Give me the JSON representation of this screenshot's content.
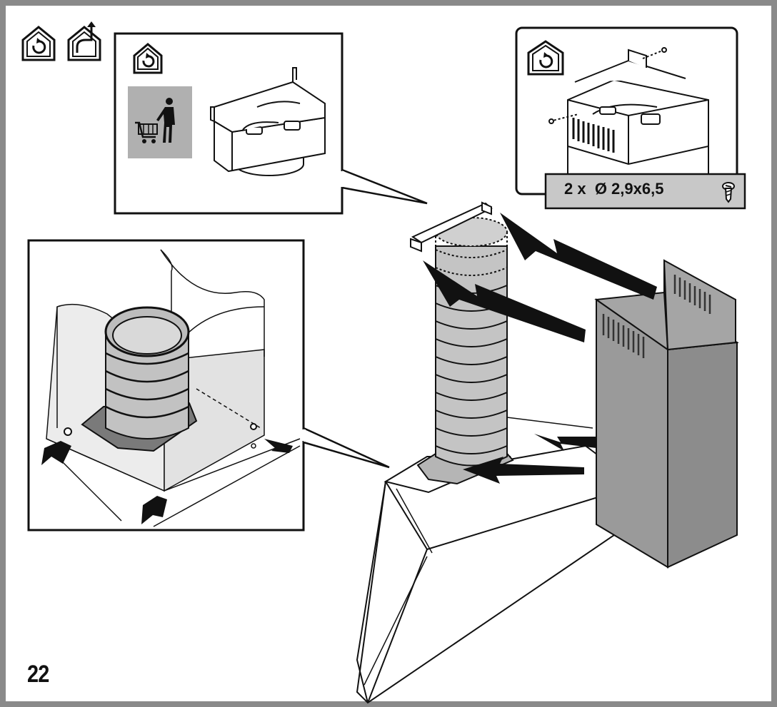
{
  "page": {
    "number": "22"
  },
  "screws": {
    "quantity": "2 x",
    "size": "Ø 2,9x6,5"
  },
  "colors": {
    "frame": "#808080",
    "shade": "#c8c8c8",
    "duct": "#c0c0c0",
    "chimney": "#9a9a9a",
    "panel": "#a8a8a8"
  },
  "icons": [
    "recirculation-mode-icon",
    "exhaust-mode-icon",
    "shopping-cart-icon",
    "screw-icon"
  ]
}
